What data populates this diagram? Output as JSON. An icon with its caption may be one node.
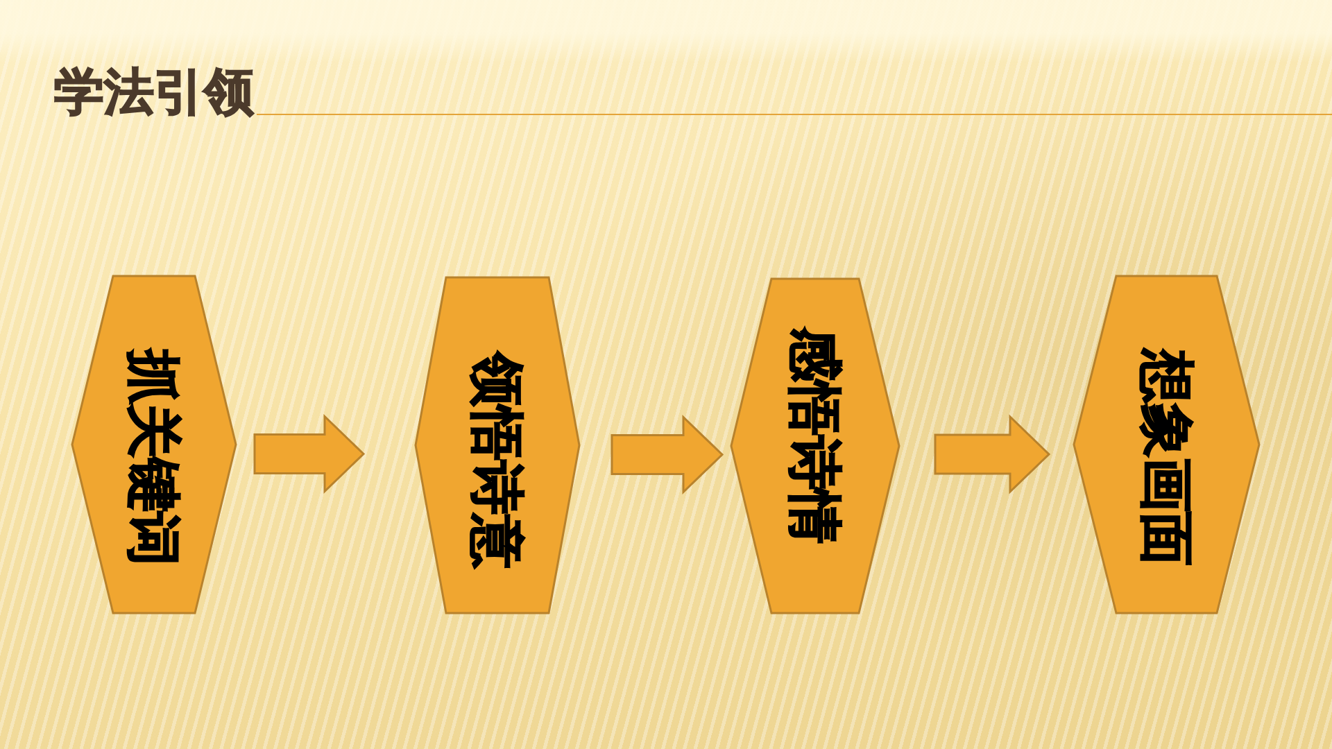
{
  "diagram": {
    "title": "学法引领",
    "nodes": [
      {
        "text": [
          "抓关键词"
        ]
      },
      {
        "text": [
          "领悟诗意"
        ]
      },
      {
        "text": [
          "感悟诗情"
        ]
      },
      {
        "text": [
          "想象画面"
        ]
      }
    ],
    "edges": [
      {
        "from": 0,
        "to": 1,
        "arrow": "to"
      },
      {
        "from": 1,
        "to": 2,
        "arrow": "to"
      },
      {
        "from": 2,
        "to": 3,
        "arrow": "to"
      }
    ]
  }
}
